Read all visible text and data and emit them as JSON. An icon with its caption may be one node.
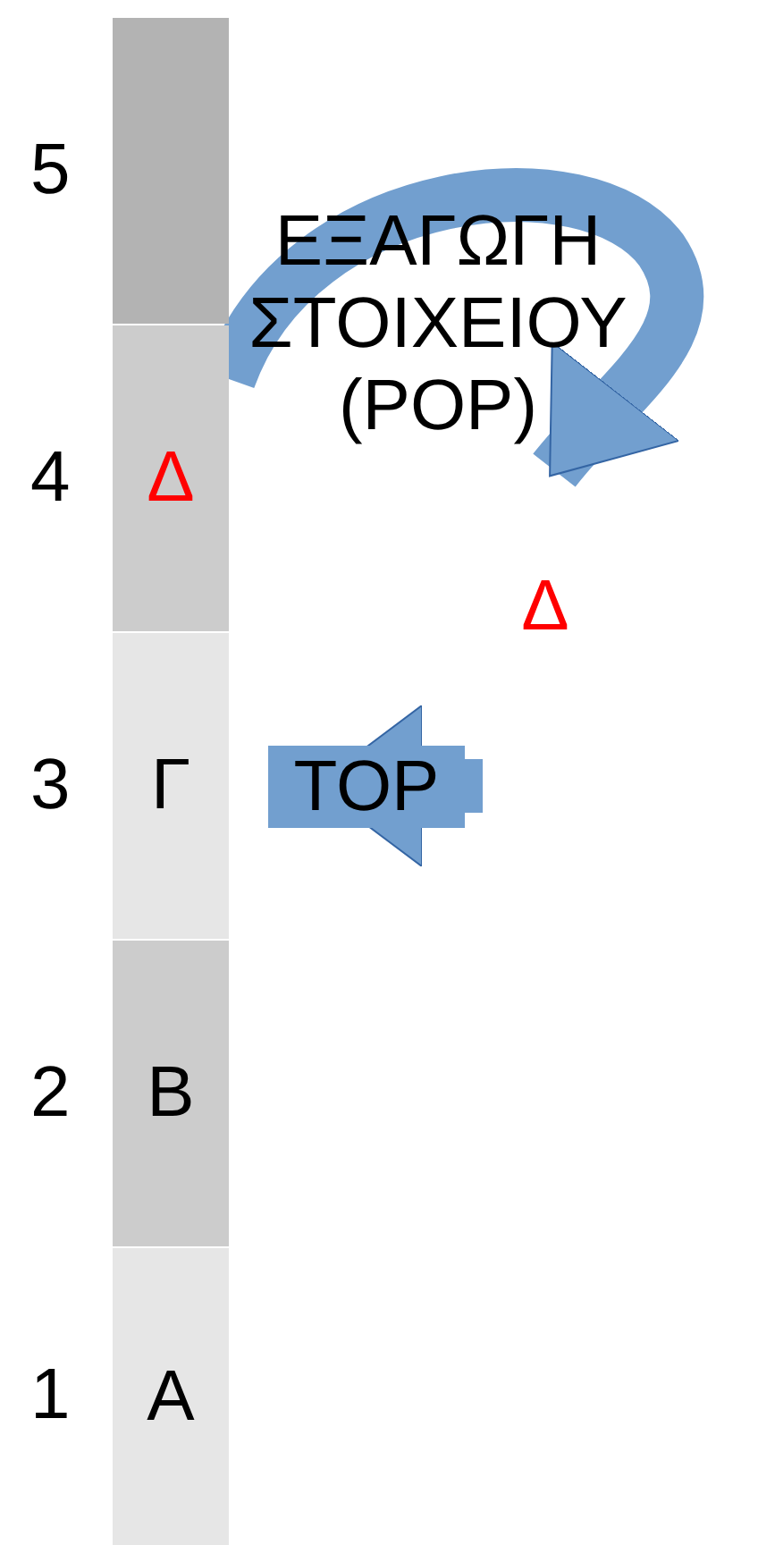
{
  "diagram": {
    "nodes": [
      {
        "text": [],
        "shape": "box",
        "beside": [
          "5"
        ]
      },
      {
        "text": [
          "Δ"
        ],
        "beside": [
          "4"
        ]
      },
      {
        "text": [
          "Γ"
        ],
        "beside": [
          "3"
        ]
      },
      {
        "text": [
          "B"
        ],
        "beside": [
          "2"
        ]
      },
      {
        "text": [
          "A"
        ],
        "beside": [
          "1"
        ]
      },
      {
        "text": [
          "Δ"
        ]
      }
    ],
    "edges": [
      {
        "from": 1,
        "to": 5,
        "arrow": "to",
        "label": "ΕΞΑΓΩΓΗ ΣΤΟΙΧΕΙΟΥ (POP)"
      },
      {
        "from": null,
        "to": 2,
        "arrow": "to",
        "label": "TOP"
      }
    ]
  }
}
